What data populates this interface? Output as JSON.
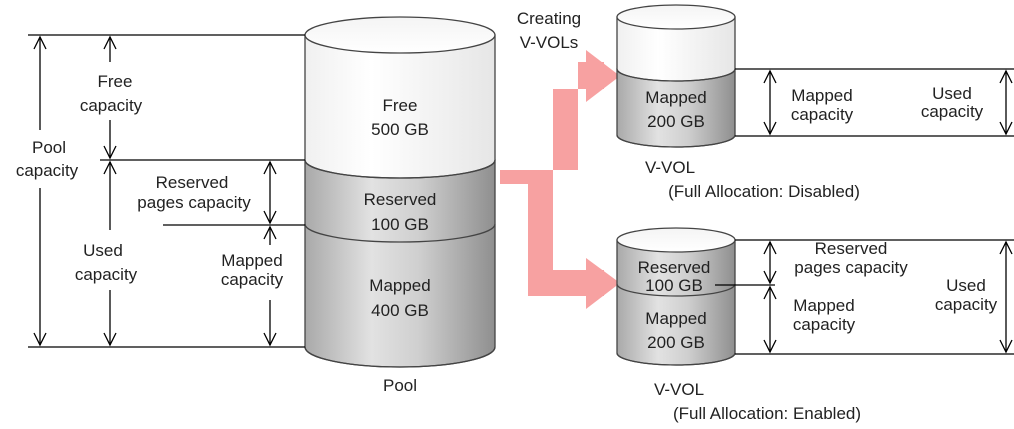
{
  "pool": {
    "caption": "Pool",
    "free_label": "Free",
    "free_size": "500 GB",
    "reserved_label": "Reserved",
    "reserved_size": "100 GB",
    "mapped_label": "Mapped",
    "mapped_size": "400 GB"
  },
  "pool_dimensions": {
    "pool_capacity": [
      "Pool",
      "capacity"
    ],
    "free_capacity": [
      "Free",
      "capacity"
    ],
    "used_capacity": [
      "Used",
      "capacity"
    ],
    "reserved_pages_capacity": [
      "Reserved",
      "pages capacity"
    ],
    "mapped_capacity": [
      "Mapped",
      "capacity"
    ]
  },
  "creating_label": [
    "Creating",
    "V-VOLs"
  ],
  "vvol_disabled": {
    "name": "V-VOL",
    "setting": "(Full Allocation: Disabled)",
    "mapped_label": "Mapped",
    "mapped_size": "200 GB",
    "mapped_capacity": [
      "Mapped",
      "capacity"
    ],
    "used_capacity": [
      "Used",
      "capacity"
    ]
  },
  "vvol_enabled": {
    "name": "V-VOL",
    "setting": "(Full Allocation: Enabled)",
    "reserved_label": "Reserved",
    "reserved_size": "100 GB",
    "mapped_label": "Mapped",
    "mapped_size": "200 GB",
    "reserved_pages_capacity": [
      "Reserved",
      "pages capacity"
    ],
    "mapped_capacity": [
      "Mapped",
      "capacity"
    ],
    "used_capacity": [
      "Used",
      "capacity"
    ]
  },
  "colors": {
    "arrow": "#f7a1a1",
    "cylinder_gray": "#c8c8c8",
    "cylinder_white": "#ffffff"
  }
}
